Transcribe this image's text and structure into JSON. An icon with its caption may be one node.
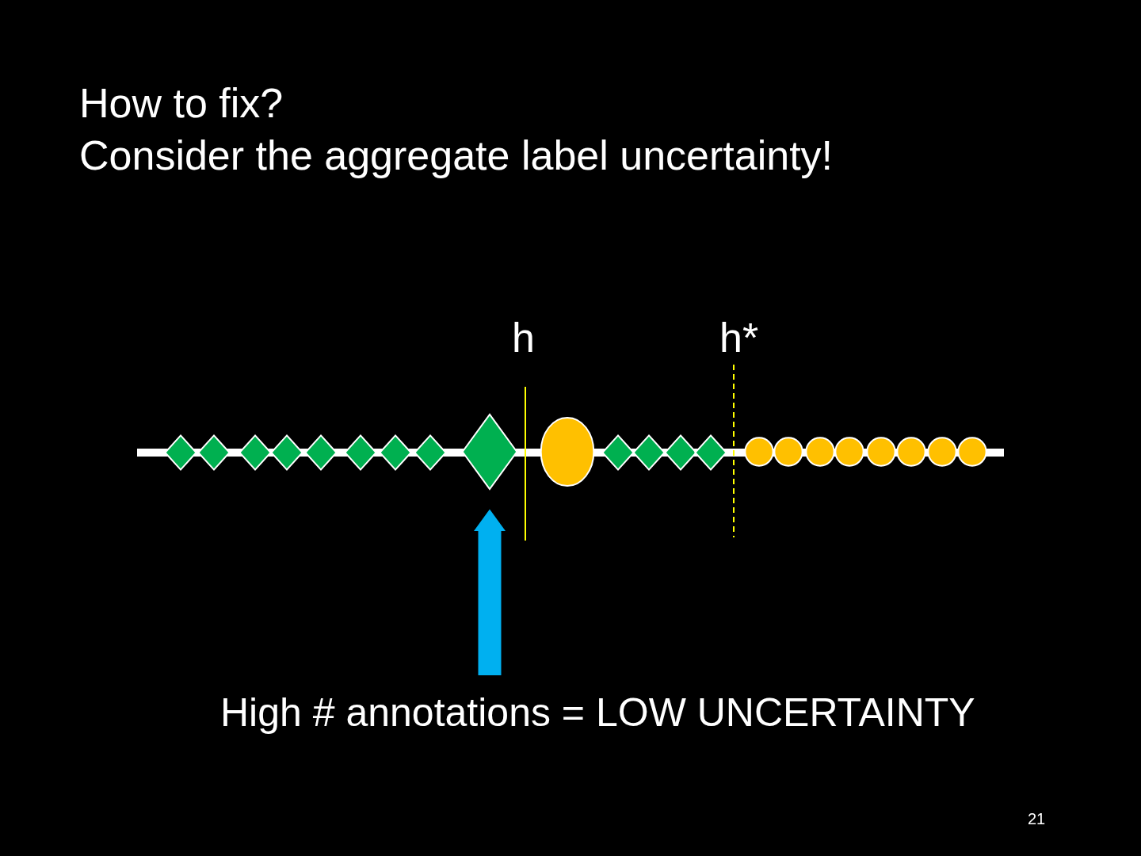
{
  "diagram": {
    "title": "How to fix?",
    "nodes": [
      {
        "text": [],
        "shape": "diamond"
      },
      {
        "text": [],
        "shape": "diamond"
      },
      {
        "text": [],
        "shape": "diamond"
      },
      {
        "text": [],
        "shape": "diamond"
      },
      {
        "text": [],
        "shape": "diamond"
      },
      {
        "text": [],
        "shape": "diamond"
      },
      {
        "text": [],
        "shape": "diamond"
      },
      {
        "text": [],
        "shape": "diamond"
      },
      {
        "text": [],
        "shape": "diamond"
      },
      {
        "text": [],
        "shape": "circle"
      },
      {
        "text": [],
        "shape": "diamond"
      },
      {
        "text": [],
        "shape": "diamond"
      },
      {
        "text": [],
        "shape": "diamond"
      },
      {
        "text": [],
        "shape": "diamond"
      },
      {
        "text": [],
        "shape": "circle"
      },
      {
        "text": [],
        "shape": "circle"
      },
      {
        "text": [],
        "shape": "circle"
      },
      {
        "text": [],
        "shape": "circle"
      },
      {
        "text": [],
        "shape": "circle"
      },
      {
        "text": [],
        "shape": "circle"
      },
      {
        "text": [],
        "shape": "circle"
      },
      {
        "text": [],
        "shape": "circle"
      },
      {
        "text": [
          "High # annotations = LOW UNCERTAINTY"
        ]
      }
    ],
    "edges": [
      {
        "from": 22,
        "to": 8,
        "arrow": "to",
        "color": "#00b0f0"
      }
    ],
    "labels": [
      "Consider the aggregate label uncertainty!",
      "h",
      "h*",
      "21"
    ]
  }
}
